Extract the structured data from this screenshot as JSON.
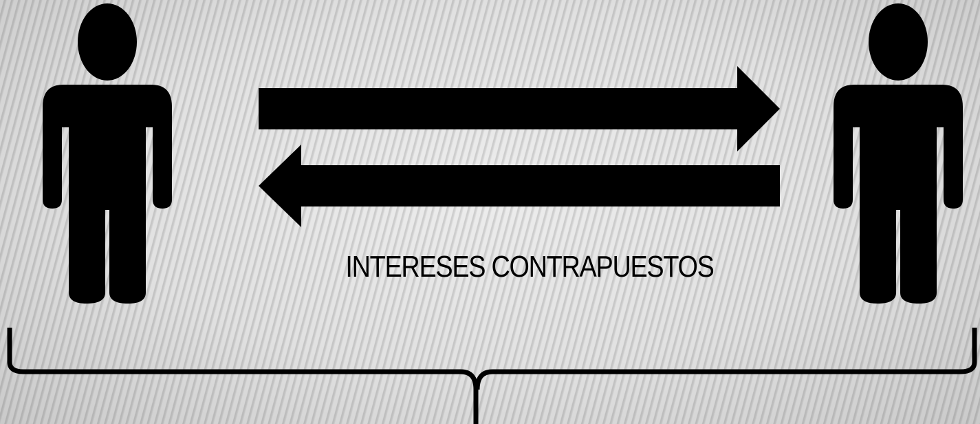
{
  "diagram": {
    "caption": "INTERESES CONTRAPUESTOS",
    "nodes": [
      {
        "id": "person-left",
        "icon": "person-icon"
      },
      {
        "id": "person-right",
        "icon": "person-icon"
      }
    ],
    "edges": [
      {
        "from": "person-left",
        "to": "person-right",
        "icon": "arrow-right-icon"
      },
      {
        "from": "person-right",
        "to": "person-left",
        "icon": "arrow-left-icon"
      }
    ],
    "grouping": {
      "icon": "curly-brace-icon",
      "spans": [
        "person-left",
        "person-right"
      ]
    },
    "colors": {
      "foreground": "#000000",
      "background": "#ededed"
    }
  }
}
